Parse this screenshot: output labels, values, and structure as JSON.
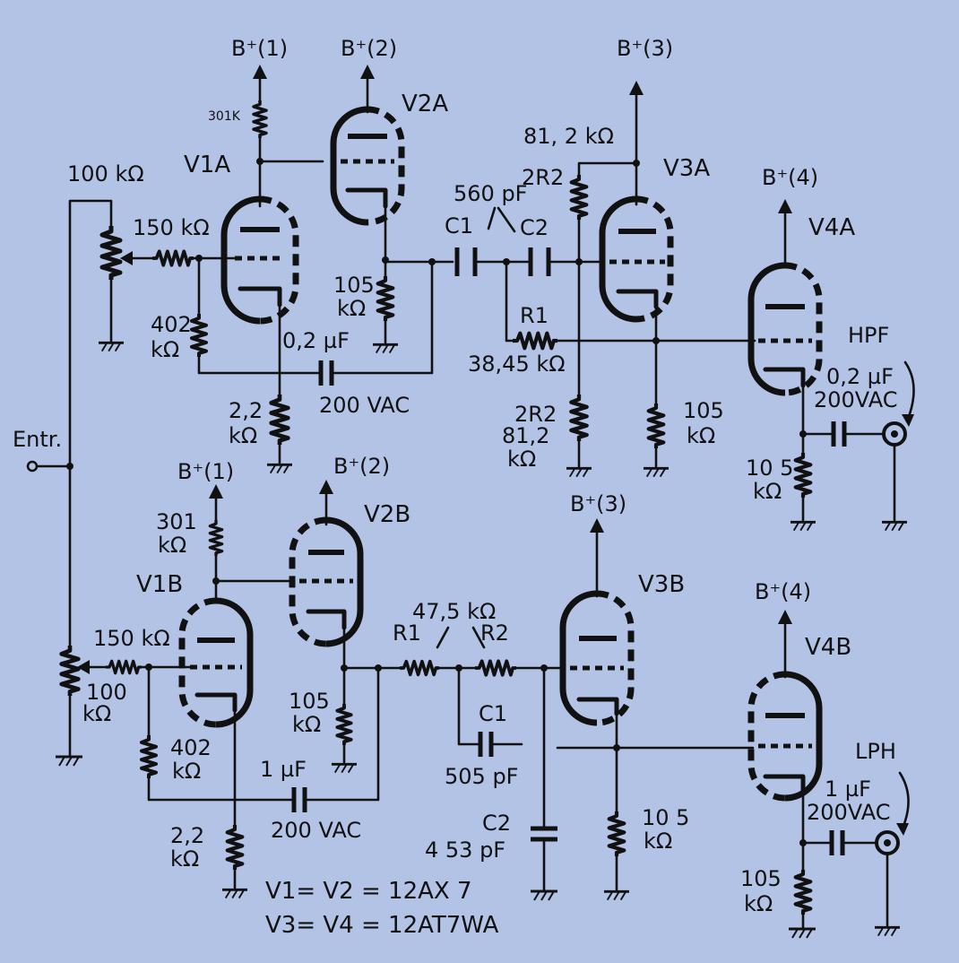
{
  "labels": {
    "b1_top": "B⁺(1)",
    "b2_top": "B⁺(2)",
    "b3_top": "B⁺(3)",
    "b4_top": "B⁺(4)",
    "b1_bot": "B⁺(1)",
    "b2_bot": "B⁺(2)",
    "b3_bot": "B⁺(3)",
    "b4_bot": "B⁺(4)",
    "v1a": "V1A",
    "v2a": "V2A",
    "v3a": "V3A",
    "v4a": "V4A",
    "v1b": "V1B",
    "v2b": "V2B",
    "v3b": "V3B",
    "v4b": "V4B",
    "r_301k_top": "301K",
    "pot_top": "100 kΩ",
    "r150_top": "150 kΩ",
    "r402_top_a": "402",
    "r402_top_b": "kΩ",
    "cap02_top": "0,2 µF",
    "vac_top": "200 VAC",
    "r22_top_a": "2,2",
    "r22_top_b": "kΩ",
    "r105_top_a": "105",
    "r105_top_b": "kΩ",
    "c_560": "560 pF",
    "c1_top": "C1",
    "c2_top": "C2",
    "r_812_top": "81, 2 kΩ",
    "r_2r2_top": "2R2",
    "r1_top": "R1",
    "r_3845": "38,45 kΩ",
    "r_2r2_mid": "2R2",
    "r_812_mid_a": "81,2",
    "r_812_mid_b": "kΩ",
    "r105_v3a_a": "105",
    "r105_v3a_b": "kΩ",
    "hpf": "HPF",
    "cap_hpf_a": "0,2 µF",
    "cap_hpf_b": "200VAC",
    "r105_hpf_a": "10 5",
    "r105_hpf_b": "kΩ",
    "entr": "Entr.",
    "r301_bot_a": "301",
    "r301_bot_b": "kΩ",
    "r150_bot": "150 kΩ",
    "pot_bot_a": "100",
    "pot_bot_b": "kΩ",
    "r402_bot_a": "402",
    "r402_bot_b": "kΩ",
    "cap1_bot": "1 µF",
    "vac_bot": "200 VAC",
    "r22_bot_a": "2,2",
    "r22_bot_b": "kΩ",
    "r105_bot_a": "105",
    "r105_bot_b": "kΩ",
    "r1_bot": "R1",
    "r_475": "47,5 kΩ",
    "r2_bot": "R2",
    "c1_bot": "C1",
    "c_505": "505 pF",
    "c2_bot": "C2",
    "c_453": "4 53 pF",
    "r105_v3b_a": "10 5",
    "r105_v3b_b": "kΩ",
    "lph": "LPH",
    "cap_lph_a": "1 µF",
    "cap_lph_b": "200VAC",
    "r105_lph_a": "105",
    "r105_lph_b": "kΩ",
    "legend_1": "V1= V2 = 12AX 7",
    "legend_2": "V3= V4 = 12AT7WA"
  }
}
